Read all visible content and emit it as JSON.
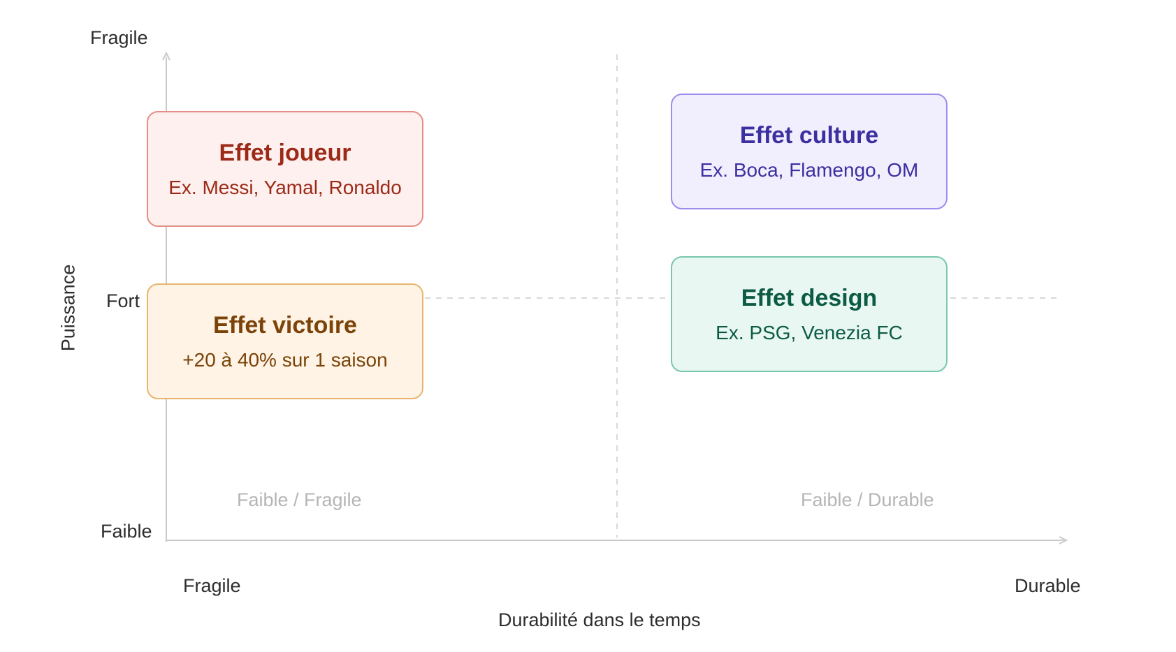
{
  "y_axis": {
    "title": "Puissance",
    "ticks": {
      "top": "Fragile",
      "middle": "Fort",
      "bottom": "Faible"
    }
  },
  "x_axis": {
    "title": "Durabilité dans le temps",
    "ticks": {
      "left": "Fragile",
      "right": "Durable"
    }
  },
  "quadrant_labels": {
    "bottom_left": "Faible / Fragile",
    "bottom_right": "Faible / Durable"
  },
  "cards": {
    "joueur": {
      "title": "Effet joueur",
      "subtitle": "Ex. Messi, Yamal, Ronaldo",
      "fill": "#fdf0ee",
      "border": "#e58e84",
      "text": "#9c2a17"
    },
    "victoire": {
      "title": "Effet victoire",
      "subtitle": "+20 à 40% sur 1 saison",
      "fill": "#fef3e4",
      "border": "#e7b56f",
      "text": "#7b4309"
    },
    "culture": {
      "title": "Effet culture",
      "subtitle": "Ex. Boca, Flamengo, OM",
      "fill": "#f1effd",
      "border": "#9c8ded",
      "text": "#3c2f9f"
    },
    "design": {
      "title": "Effet design",
      "subtitle": "Ex. PSG, Venezia FC",
      "fill": "#e8f7f1",
      "border": "#78c8ac",
      "text": "#0d5b45"
    }
  }
}
